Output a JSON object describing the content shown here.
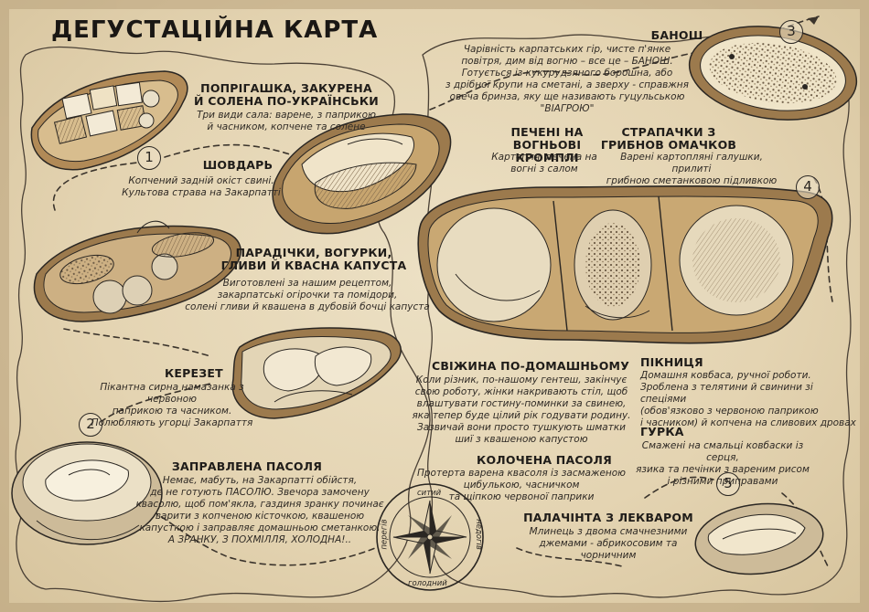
{
  "title": "ДЕГУСТАЦІЙНА КАРТА",
  "markers": [
    "1",
    "2",
    "3",
    "4",
    "5"
  ],
  "dishes": {
    "poprigashka": {
      "title": "ПОПРІГАШКА, ЗАКУРЕНА\nЙ СОЛЕНА ПО-УКРАЇНСЬКИ",
      "desc": "Три види сала: варене, з паприкою\nй часником, копчене та солене"
    },
    "shovdar": {
      "title": "ШОВДАРЬ",
      "desc": "Копчений задній окіст свині.\nКультова страва на Закарпатті"
    },
    "paradichky": {
      "title": "ПАРАДІЧКИ, ВОГУРКИ,\nГЛИВИ Й КВАСНА КАПУСТА",
      "desc": "Виготовлені за нашим рецептом,\nзакарпатські огірочки та помідори,\nсолені гливи й квашена в дубовій бочці капуста"
    },
    "kerezet": {
      "title": "КЕРЕЗЕТ",
      "desc": "Пікантна сирна намазанка з червоною\nпаприкою та часником.\nПолюбляють угорці Закарпаття"
    },
    "pasolya": {
      "title": "ЗАПРАВЛЕНА ПАСОЛЯ",
      "desc": "Немає, мабуть, на Закарпатті обійстя,\nде не готують ПАСОЛЮ. Звечора замочену\nквасолю, щоб пом'якла, газдиня зранку починає\nварити з копченою кісточкою, квашеною\nкапусткою  і заправляє домашньою сметанкою.\nА ЗРАНКУ, З ПОХМІЛЛЯ, ХОЛОДНА!.."
    },
    "banosh": {
      "title": "БАНОШ",
      "desc": "Чарівність карпатських гір, чисте п'янке\nповітря, дим від вогню – все це – БАНОШ.\nГотується із кукурудзяного борошна, або\nз дрібної крупи на сметані, а зверху - справжня\nовеча бринза, яку ще називають гуцульською \"ВІАГРОЮ\""
    },
    "pecheni": {
      "title": "ПЕЧЕНІ НА\nВОГНЬОВІ КРОМПЛІ",
      "desc": "Картопля, печена на\nвогні з салом"
    },
    "strapachky": {
      "title": "СТРАПАЧКИ З\nГРИБНОВ ОМАЧКОВ",
      "desc": "Варені картопляні галушки, прилиті\nгрибною сметанковою підливкою"
    },
    "svyzhyna": {
      "title": "СВІЖИНА ПО-ДОМАШНЬОМУ",
      "desc": "Коли різник, по-нашому гентеш, закінчує\nсвою роботу, жінки накривають стіл, щоб\nвлаштувати гостину-поминки за свинею,\nяка тепер буде цілий рік годувати родину.\nЗазвичай вони просто тушкують шматки\nшиї з квашеною капустою"
    },
    "piknytsia": {
      "title": "ПІКНИЦЯ",
      "desc": "Домашня ковбаса, ручної роботи.\nЗроблена з телятини й свинини зі спеціями\n(обов'язково з червоною паприкою\nі часником) й копчена на сливових дровах"
    },
    "hurka": {
      "title": "ГУРКА",
      "desc": "Смажені на смальці ковбаски із серця,\nязика та печінки з вареним рисом\nі різними приправами"
    },
    "kolochena": {
      "title": "КОЛОЧЕНА ПАСОЛЯ",
      "desc": "Протерта варена квасоля із засмаженою\nцибулькою, часничком\nта щіпкою червоної паприки"
    },
    "palachinta": {
      "title": "ПАЛАЧІНТА З ЛЕКВАРОМ",
      "desc": "Млинець з двома смачнезними\nджемами - абрикосовим та чорничним"
    }
  },
  "compass": {
    "top": "ситий",
    "bottom": "голодний",
    "left": "перегів",
    "right": "недогів"
  },
  "colors": {
    "paper": "#e4d4b2",
    "ink": "#2a2622",
    "wood": "#9c7a4d",
    "burn": "#6b5a44"
  }
}
